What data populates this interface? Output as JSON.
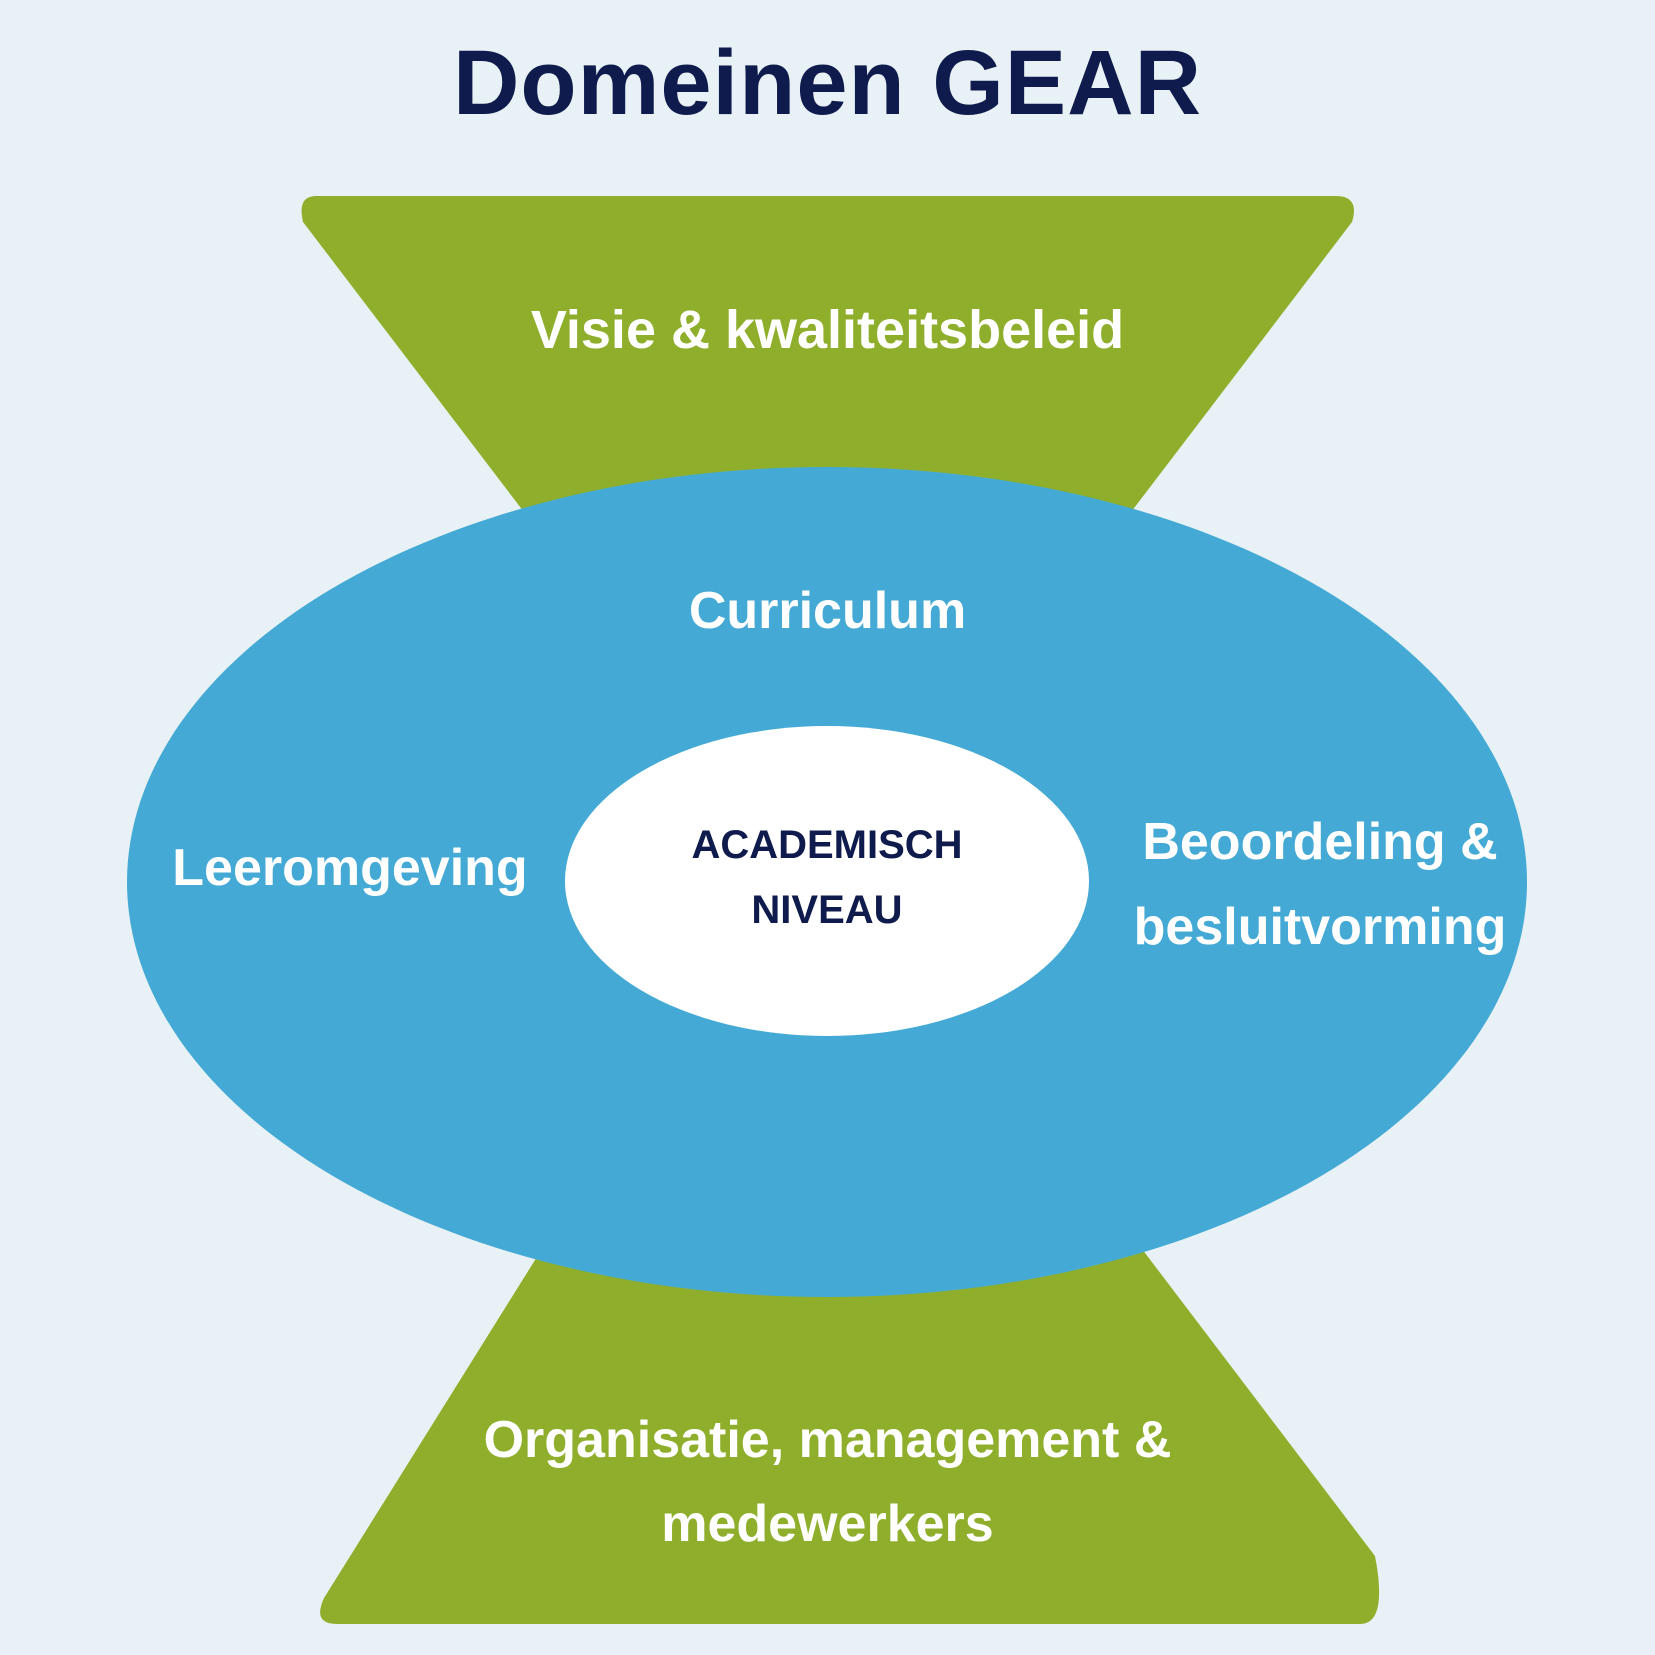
{
  "title": "Domeinen GEAR",
  "colors": {
    "background": "#e8f2f6",
    "title": "#0f1b4c",
    "green": "#8faf2c",
    "blue": "#44aad5",
    "white": "#ffffff",
    "center_text": "#0f1b4c"
  },
  "domains": {
    "top": "Visie & kwaliteitsbeleid",
    "curriculum": "Curriculum",
    "left": "Leeromgeving",
    "right_line1": "Beoordeling &",
    "right_line2": "besluitvorming",
    "bottom_line1": "Organisatie, management &",
    "bottom_line2": "medewerkers"
  },
  "center": {
    "line1": "ACADEMISCH",
    "line2": "NIVEAU"
  }
}
